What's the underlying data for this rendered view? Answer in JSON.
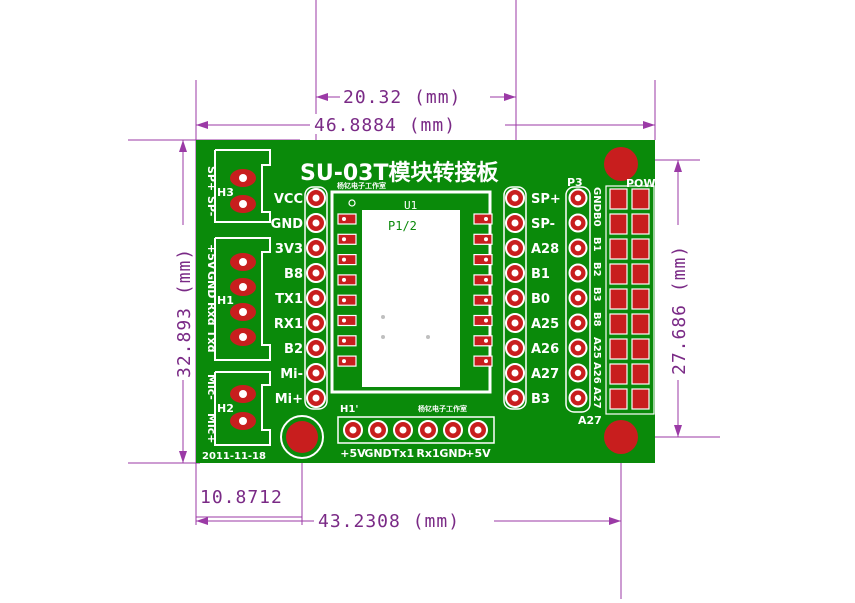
{
  "board": {
    "title": "SU-03T模块转接板",
    "date": "2011-11-18",
    "maker_left": "杨钇电子工作室",
    "maker_right": "杨钇电子工作室",
    "colors": {
      "board": "#0a8a0a",
      "copper": "#c81e1e",
      "silk": "#ffffff",
      "dimension": "#7a2a86"
    }
  },
  "dimensions": {
    "top_inner": "20.32 (mm)",
    "top_outer": "46.8884 (mm)",
    "left_vertical": "32.893 (mm)",
    "right_vertical": "27.686 (mm)",
    "bottom_small": "10.8712",
    "bottom_wide": "43.2308 (mm)"
  },
  "headers": {
    "h3": {
      "ref": "H3",
      "labels": [
        "SP+",
        "SP-"
      ]
    },
    "h1": {
      "ref": "H1",
      "labels": [
        "+5V",
        "GND",
        "Rxd",
        "Txd"
      ]
    },
    "h2": {
      "ref": "H2",
      "labels": [
        "Mic-",
        "Mic+"
      ]
    }
  },
  "left_pins": [
    "VCC",
    "GND",
    "3V3",
    "B8",
    "TX1",
    "RX1",
    "B2",
    "Mi-",
    "Mi+"
  ],
  "right_pins": [
    "SP+",
    "SP-",
    "A28",
    "B1",
    "B0",
    "A25",
    "A26",
    "A27",
    "B3"
  ],
  "module": {
    "ref": "U1",
    "sub": "P1/2"
  },
  "bottom_header": {
    "ref": "H1'",
    "labels": [
      "+5V",
      "GND",
      "Tx1",
      "Rx1",
      "GND",
      "+5V"
    ]
  },
  "p3": {
    "ref": "P3",
    "labels": [
      "GND",
      "B0",
      "B1",
      "B2",
      "B3",
      "B8",
      "A25",
      "A26",
      "A27"
    ]
  },
  "pow": {
    "ref": "POW"
  }
}
